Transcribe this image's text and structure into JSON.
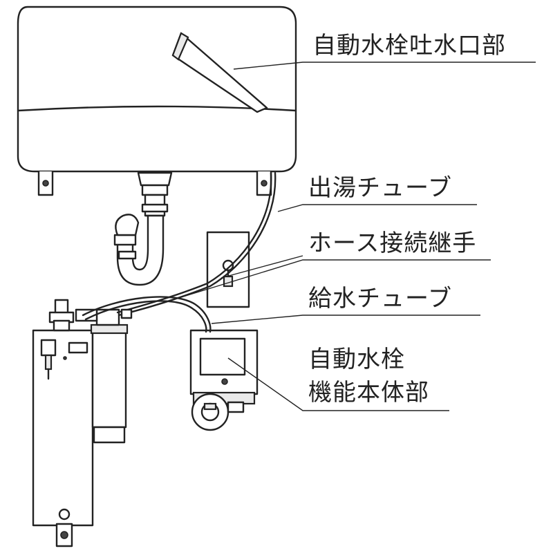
{
  "labels": {
    "spout": "自動水栓吐水口部",
    "hot_tube": "出湯チューブ",
    "hose_joint": "ホース接続継手",
    "supply_tube": "給水チューブ",
    "function_unit_line1": "自動水栓",
    "function_unit_line2": "機能本体部"
  },
  "colors": {
    "line": "#222222",
    "fill": "#ffffff",
    "shade": "#e9e9e9"
  }
}
